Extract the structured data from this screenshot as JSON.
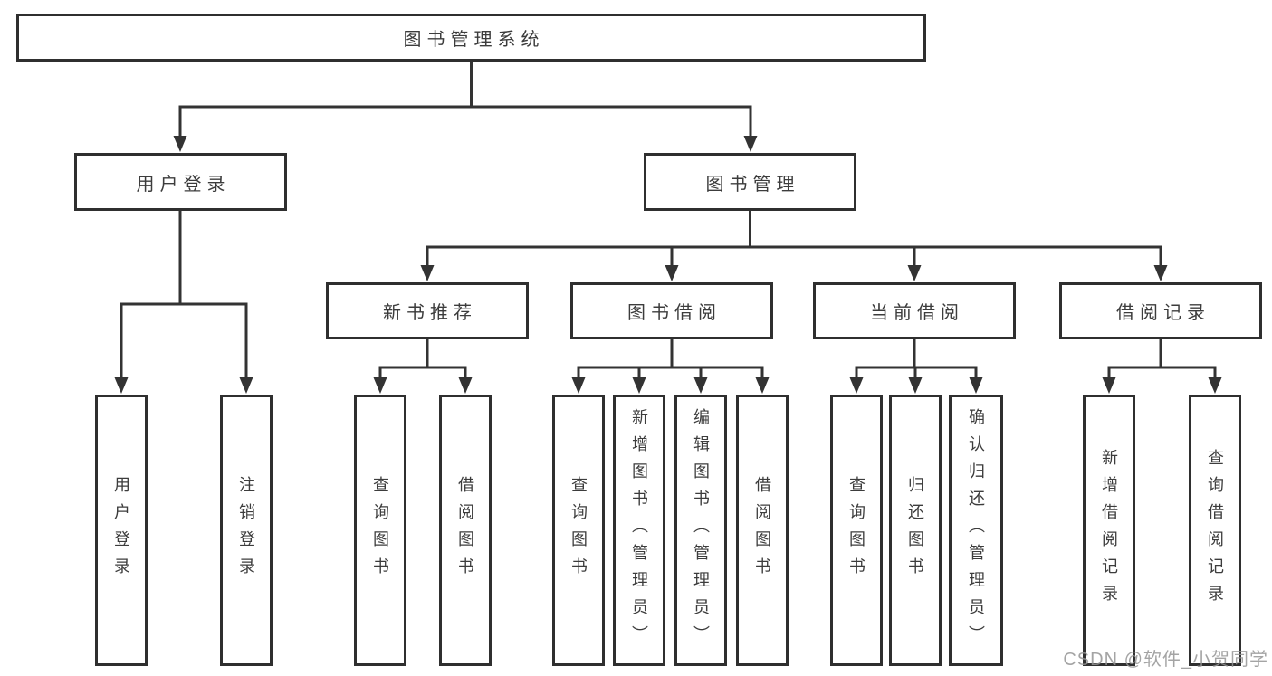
{
  "root": {
    "label": "图书管理系统"
  },
  "branches": [
    {
      "label": "用户登录",
      "children": [
        {
          "label": "用户登录"
        },
        {
          "label": "注销登录"
        }
      ]
    },
    {
      "label": "图书管理",
      "children": [
        {
          "label": "新书推荐",
          "children": [
            {
              "label": "查询图书"
            },
            {
              "label": "借阅图书"
            }
          ]
        },
        {
          "label": "图书借阅",
          "children": [
            {
              "label": "查询图书"
            },
            {
              "label": "新增图书（管理员）"
            },
            {
              "label": "编辑图书（管理员）"
            },
            {
              "label": "借阅图书"
            }
          ]
        },
        {
          "label": "当前借阅",
          "children": [
            {
              "label": "查询图书"
            },
            {
              "label": "归还图书"
            },
            {
              "label": "确认归还（管理员）"
            }
          ]
        },
        {
          "label": "借阅记录",
          "children": [
            {
              "label": "新增借阅记录"
            },
            {
              "label": "查询借阅记录"
            }
          ]
        }
      ]
    }
  ],
  "watermark": "CSDN @软件_小贺同学",
  "colors": {
    "line": "#333333",
    "border": "#2f2f2f",
    "text": "#3c3c3c",
    "watermark": "#949494",
    "background": "#ffffff"
  }
}
